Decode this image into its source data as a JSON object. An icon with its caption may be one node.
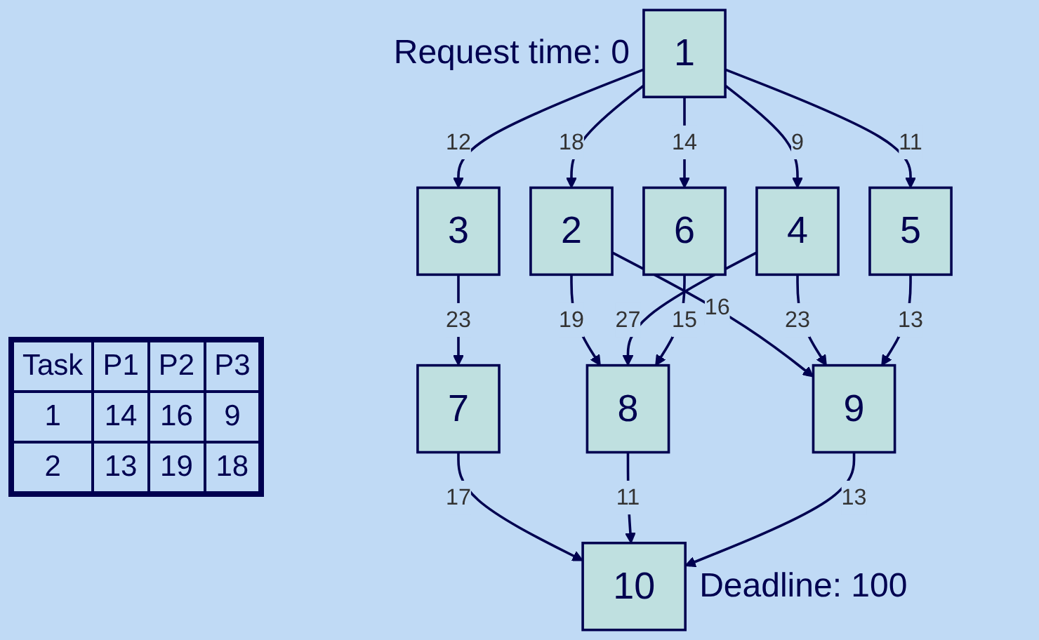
{
  "diagram": {
    "nodes": [
      {
        "text": [
          "1"
        ],
        "beside": [
          "Request time: 0"
        ]
      },
      {
        "text": [
          "2"
        ]
      },
      {
        "text": [
          "3"
        ]
      },
      {
        "text": [
          "4"
        ]
      },
      {
        "text": [
          "5"
        ]
      },
      {
        "text": [
          "6"
        ]
      },
      {
        "text": [
          "7"
        ]
      },
      {
        "text": [
          "8"
        ]
      },
      {
        "text": [
          "9"
        ]
      },
      {
        "text": [
          "10"
        ],
        "beside": [
          "Deadline: 100"
        ]
      }
    ],
    "edges": [
      {
        "from": 0,
        "to": 1,
        "arrow": "to",
        "label": "18"
      },
      {
        "from": 0,
        "to": 2,
        "arrow": "to",
        "label": "12"
      },
      {
        "from": 0,
        "to": 3,
        "arrow": "to",
        "label": "9"
      },
      {
        "from": 0,
        "to": 4,
        "arrow": "to",
        "label": "11"
      },
      {
        "from": 0,
        "to": 5,
        "arrow": "to",
        "label": "14"
      },
      {
        "from": 1,
        "to": 8,
        "arrow": "to",
        "label": "16"
      },
      {
        "from": 1,
        "to": 7,
        "arrow": "to",
        "label": "19"
      },
      {
        "from": 2,
        "to": 6,
        "arrow": "to",
        "label": "23"
      },
      {
        "from": 3,
        "to": 7,
        "arrow": "to",
        "label": "27"
      },
      {
        "from": 3,
        "to": 8,
        "arrow": "to",
        "label": "23"
      },
      {
        "from": 4,
        "to": 8,
        "arrow": "to",
        "label": "13"
      },
      {
        "from": 5,
        "to": 7,
        "arrow": "to",
        "label": "15"
      },
      {
        "from": 6,
        "to": 9,
        "arrow": "to",
        "label": "17"
      },
      {
        "from": 7,
        "to": 9,
        "arrow": "to",
        "label": "11"
      },
      {
        "from": 8,
        "to": 9,
        "arrow": "to",
        "label": "13"
      }
    ],
    "labels": [
      "Task",
      "P1",
      "P2",
      "P3",
      "1",
      "14",
      "16",
      "9",
      "2",
      "13",
      "19",
      "18"
    ]
  }
}
